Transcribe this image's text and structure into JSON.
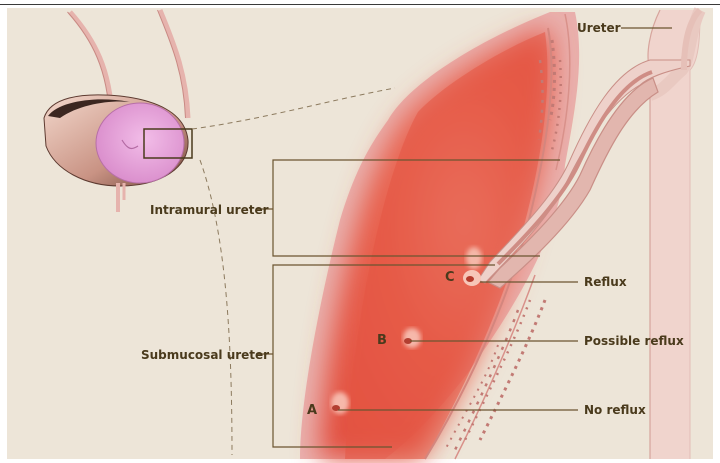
{
  "labels": {
    "ureter": "Ureter",
    "intramural_ureter": "Intramural ureter",
    "submucosal_ureter": "Submucosal ureter",
    "reflux": "Reflux",
    "possible_reflux": "Possible reflux",
    "no_reflux": "No reflux"
  },
  "orifices": {
    "a": "A",
    "b": "B",
    "c": "C"
  },
  "colors": {
    "background": "#ede5d8",
    "label_text": "#4a3a1c",
    "leader_line": "#6b5530",
    "bladder_mucosa": "#e65a48",
    "bladder_wall": "#e9b2ae",
    "ureter_tube": "#e8c3bf",
    "bladder_icon": "#e39ed6"
  }
}
